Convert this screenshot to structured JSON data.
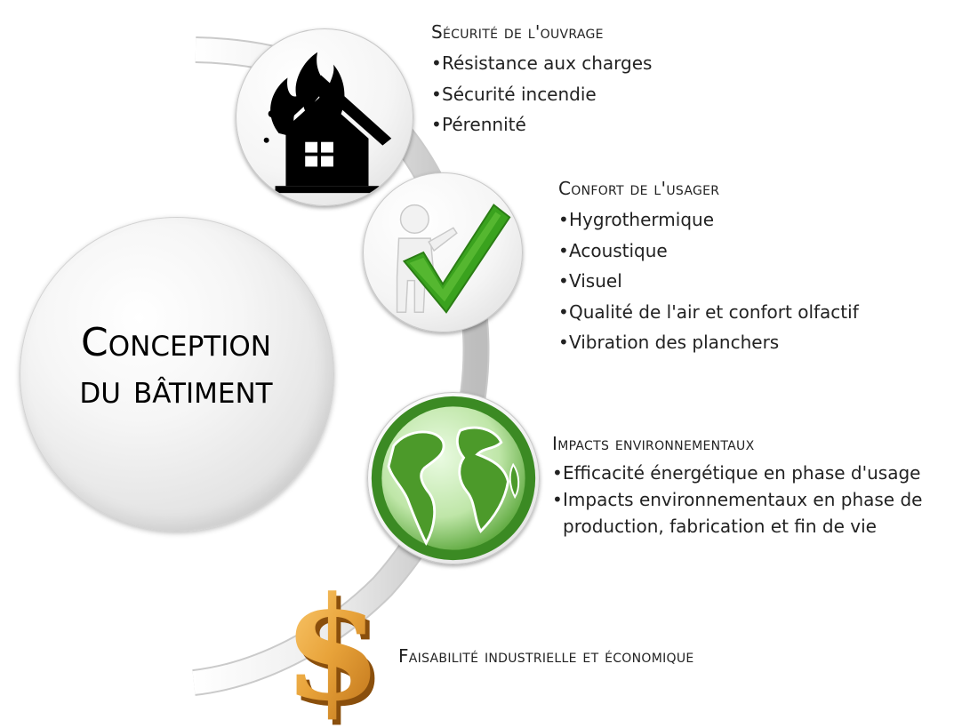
{
  "main": {
    "title_line1": "Conception",
    "title_line2": "du bâtiment"
  },
  "sections": [
    {
      "heading": "Sécurité de l'ouvrage",
      "items": [
        "Résistance aux charges",
        "Sécurité incendie",
        "Pérennité"
      ],
      "icon": "house-fire-icon"
    },
    {
      "heading": "Confort de l'usager",
      "items": [
        "Hygrothermique",
        "Acoustique",
        "Visuel",
        "Qualité de l'air et confort olfactif",
        "Vibration des planchers"
      ],
      "icon": "checkmark-figure-icon"
    },
    {
      "heading": "Impacts environnementaux",
      "items": [
        "Efficacité énergétique en phase d'usage",
        "Impacts environnementaux en phase de production, fabrication et fin de vie"
      ],
      "icon": "globe-icon"
    },
    {
      "heading": "Faisabilité industrielle et économique",
      "items": [],
      "icon": "dollar-sign-icon"
    }
  ],
  "colors": {
    "arc": "#e8e8e8",
    "fire": "#000000",
    "check": "#3aa21e",
    "globe": "#4c9a2a",
    "dollar": "#e8a33a"
  }
}
